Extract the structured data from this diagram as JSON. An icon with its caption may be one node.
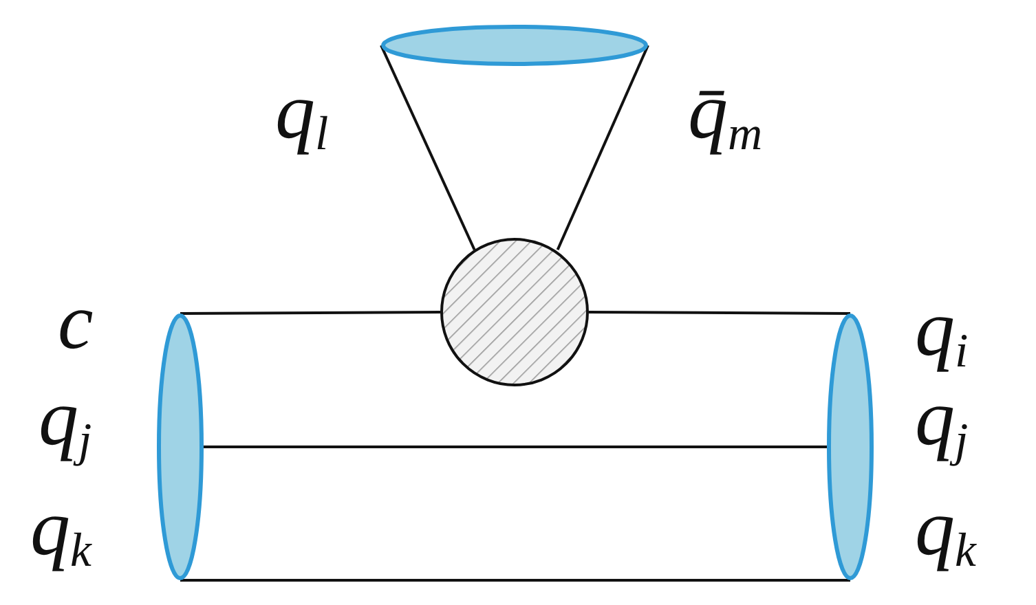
{
  "diagram": {
    "nodes": [
      {
        "text": [],
        "shape": "ellipse"
      },
      {
        "text": [],
        "shape": "ellipse"
      },
      {
        "text": [],
        "shape": "ellipse"
      },
      {
        "text": [],
        "shape": "circle"
      }
    ],
    "edges": [
      {
        "from": 0,
        "to": 3,
        "arrow": "none"
      },
      {
        "from": 3,
        "to": 1,
        "arrow": "none"
      },
      {
        "from": 0,
        "to": 1,
        "arrow": "none"
      },
      {
        "from": 0,
        "to": 1,
        "arrow": "none"
      },
      {
        "from": 3,
        "to": 2,
        "arrow": "none"
      },
      {
        "from": 3,
        "to": 2,
        "arrow": "none"
      }
    ],
    "labels": [
      "q$_{l}$",
      "q̄$_{m}$",
      "c",
      "q$_{i}$",
      "q$_{j}$",
      "q$_{j}$",
      "q$_{k}$",
      "q$_{k}$"
    ]
  }
}
